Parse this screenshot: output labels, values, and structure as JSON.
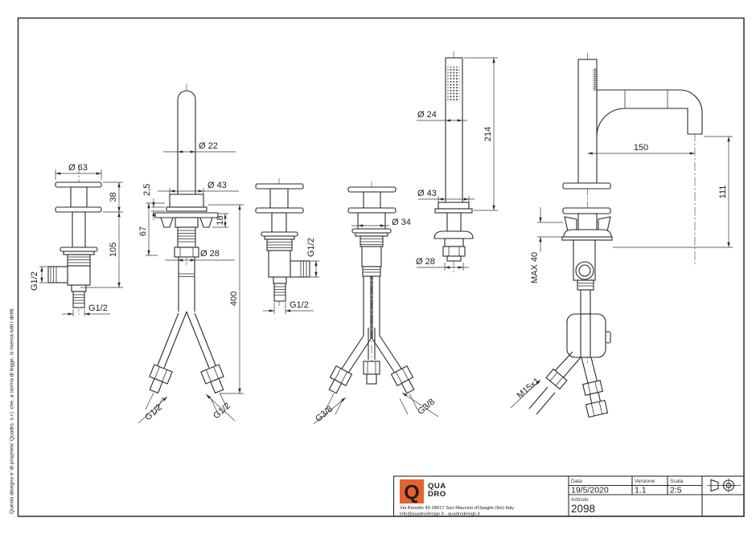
{
  "sheet": {
    "copyright": "Questo disegno e' di proprieta' Quadro. s.r.l. che, a norma di legge, si riserva tutti i diritti."
  },
  "title_block": {
    "accent_color": "#E8632C",
    "logo_letter": "Q",
    "logo_line1": "QUA",
    "logo_line2": "DRO",
    "address_line1": "Via Bonetto 40  28017 San Maurizio d'Opaglio (No) Italy",
    "address_line2": "info@quadrodesign.it  -  quadrodesign.it",
    "data_label": "Data",
    "data_value": "19/5/2020",
    "versione_label": "Versione",
    "versione_value": "1.1",
    "scala_label": "Scala",
    "scala_value": "2:5",
    "articolo_label": "Articolo",
    "articolo_value": "2098"
  },
  "views": {
    "v1": {
      "d63": "Ø 63",
      "h38": "38",
      "h105": "105",
      "g_side": "G1/2",
      "g_bottom": "G1/2"
    },
    "v2": {
      "d22": "Ø 22",
      "d43": "Ø 43",
      "t25": "2,5",
      "h67": "67",
      "h18": "18",
      "d28": "Ø 28",
      "h400": "400",
      "g_left": "G1/2",
      "g_right": "G1/2"
    },
    "v3": {
      "g_side": "G1/2",
      "g_bottom": "G1/2"
    },
    "v4": {
      "d34": "Ø 34",
      "g_left": "G3/8",
      "g_right": "G3/8"
    },
    "v5": {
      "d24": "Ø 24",
      "h214": "214",
      "d43": "Ø 43",
      "d28": "Ø 28"
    },
    "v6": {
      "w150": "150",
      "h111": "111",
      "max40": "MAX 40",
      "m15": "M15x1"
    }
  }
}
